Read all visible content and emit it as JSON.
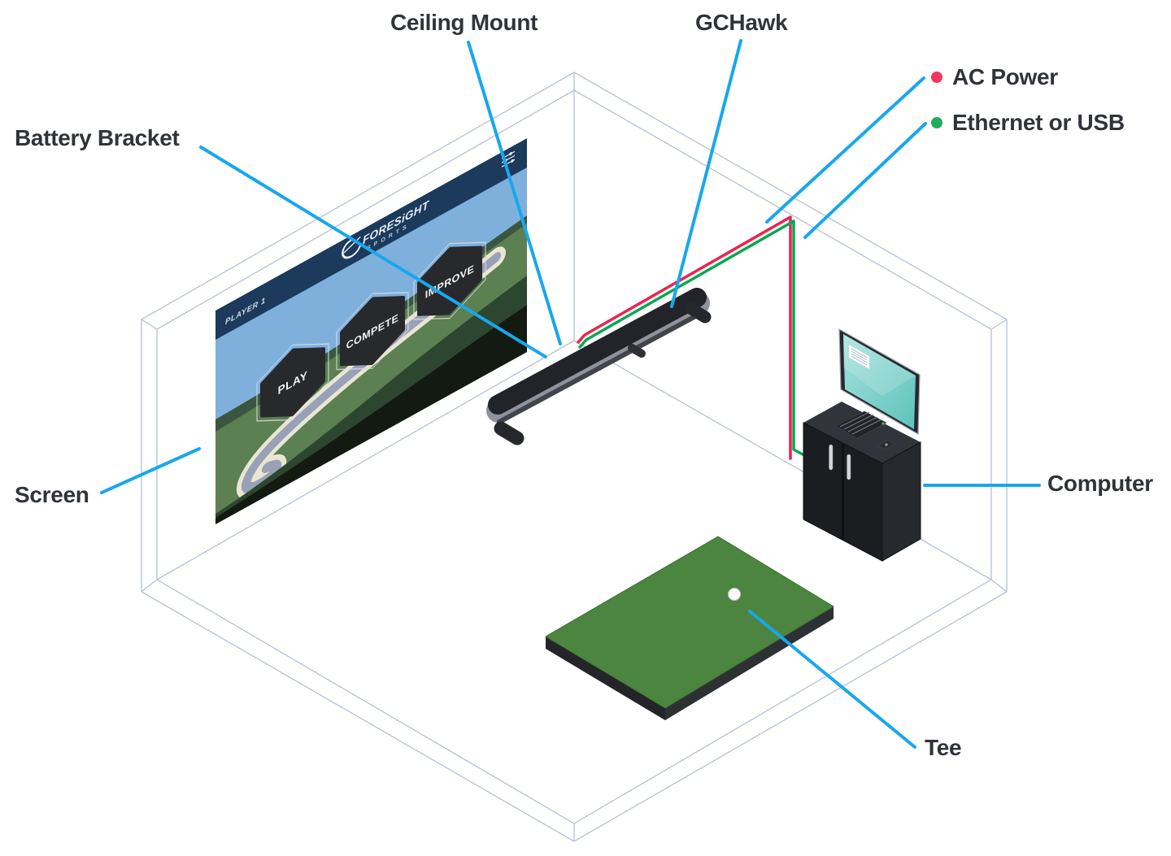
{
  "labels": {
    "battery_bracket": "Battery Bracket",
    "ceiling_mount": "Ceiling Mount",
    "gchawk": "GCHawk",
    "screen": "Screen",
    "computer": "Computer",
    "tee": "Tee"
  },
  "legend": {
    "items": [
      {
        "label": "AC Power",
        "color": "#F0385E"
      },
      {
        "label": "Ethernet or USB",
        "color": "#1FAD5C"
      }
    ]
  },
  "simulator_screen": {
    "player_label": "PLAYER 1",
    "logo_primary": "FORESiGHT",
    "logo_secondary": "SPORTS",
    "menu_buttons": [
      "PLAY",
      "COMPETE",
      "IMPROVE"
    ]
  },
  "colors": {
    "leader_line": "#18A7EE",
    "ac_power_cable": "#EE2150",
    "ethernet_cable": "#0AA84F",
    "room_outline": "#B5C1D1",
    "mat_green": "#4C8540",
    "screen_banner": "#1B3A5C",
    "screen_sky": "#7FB0DC",
    "monitor_teal": "#7ED0CB",
    "label_text": "#303439"
  }
}
